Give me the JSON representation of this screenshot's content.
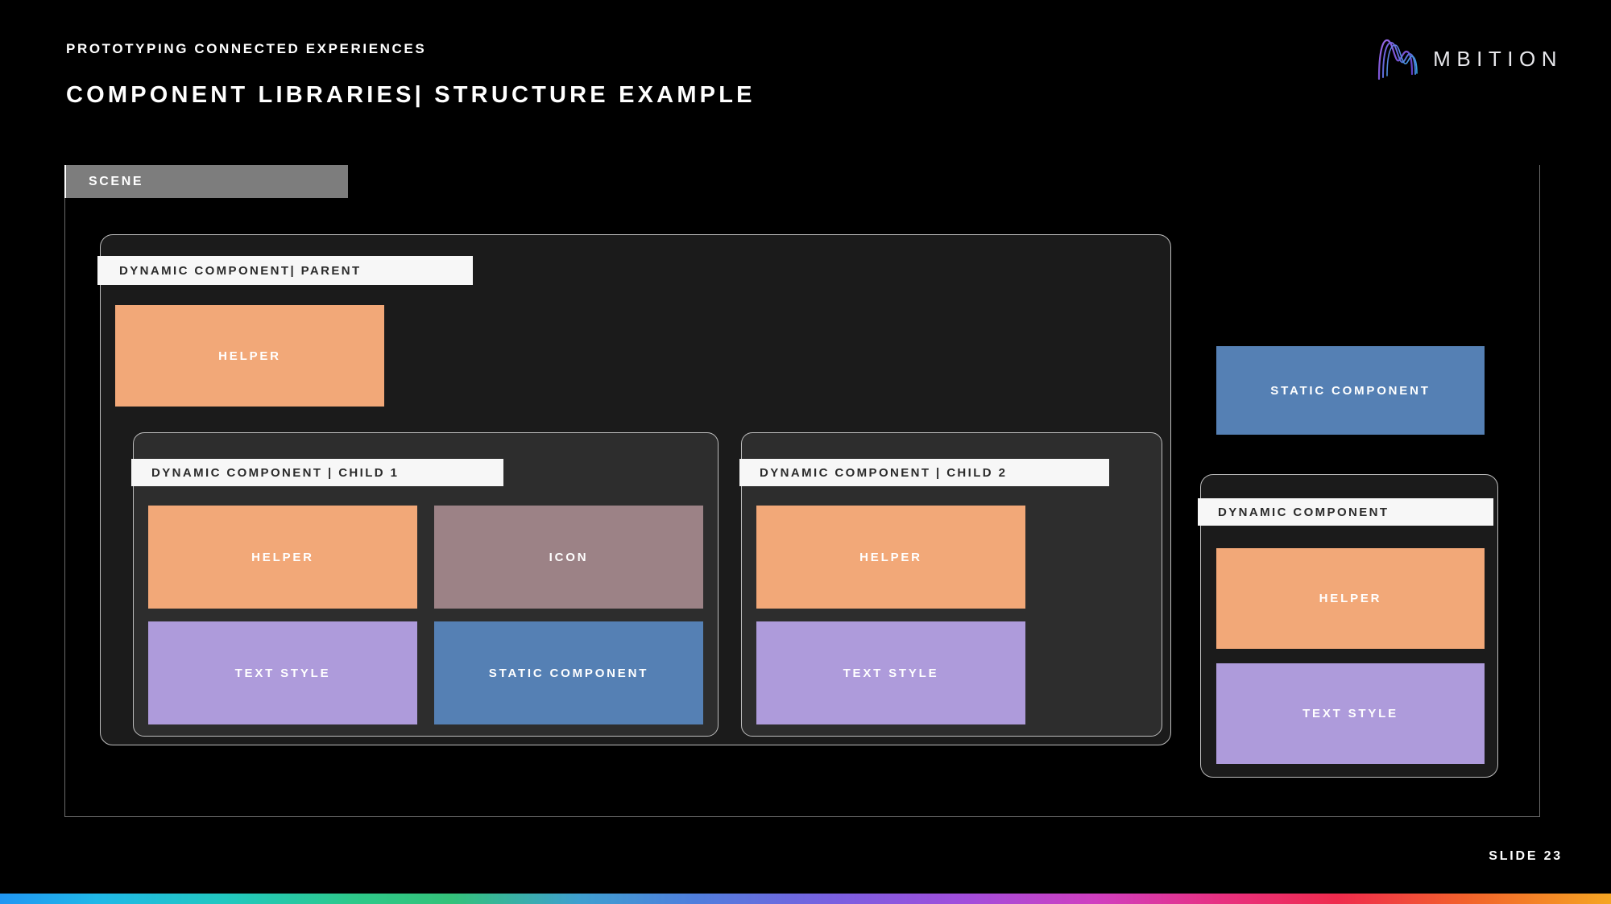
{
  "header": {
    "eyebrow": "PROTOTYPING CONNECTED EXPERIENCES",
    "title": "COMPONENT LIBRARIES| STRUCTURE EXAMPLE"
  },
  "logo": {
    "wordmark": "MBITION",
    "mark_colors": [
      "#7b4fd6",
      "#8a5ce0",
      "#4aa8e0",
      "#2f6fd0"
    ]
  },
  "scene": {
    "label": "SCENE",
    "label_bg": "#7d7d7d"
  },
  "panels": {
    "parent": {
      "tag": "DYNAMIC COMPONENT| PARENT"
    },
    "child1": {
      "tag": "DYNAMIC COMPONENT | CHILD 1"
    },
    "child2": {
      "tag": "DYNAMIC COMPONENT | CHILD 2"
    },
    "right": {
      "tag": "DYNAMIC COMPONENT"
    }
  },
  "colors": {
    "helper": "#f2a878",
    "icon": "#9c8286",
    "text_style": "#ae9bdb",
    "static_component": "#5580b4",
    "panel_parent_bg": "#1b1b1b",
    "panel_child_bg": "#2d2d2d",
    "tag_bg": "#f7f7f7",
    "tag_text": "#2b2b2b",
    "page_bg": "#000000"
  },
  "boxes": {
    "parent_helper": {
      "label": "HELPER",
      "color": "#f2a878"
    },
    "c1_helper": {
      "label": "HELPER",
      "color": "#f2a878"
    },
    "c1_icon": {
      "label": "ICON",
      "color": "#9c8286"
    },
    "c1_text": {
      "label": "TEXT STYLE",
      "color": "#ae9bdb"
    },
    "c1_static": {
      "label": "STATIC COMPONENT",
      "color": "#5580b4"
    },
    "c2_helper": {
      "label": "HELPER",
      "color": "#f2a878"
    },
    "c2_text": {
      "label": "TEXT STYLE",
      "color": "#ae9bdb"
    },
    "standalone_static": {
      "label": "STATIC COMPONENT",
      "color": "#5580b4"
    },
    "right_helper": {
      "label": "HELPER",
      "color": "#f2a878"
    },
    "right_text": {
      "label": "TEXT STYLE",
      "color": "#ae9bdb"
    }
  },
  "footer": {
    "slide_number": "SLIDE 23"
  }
}
